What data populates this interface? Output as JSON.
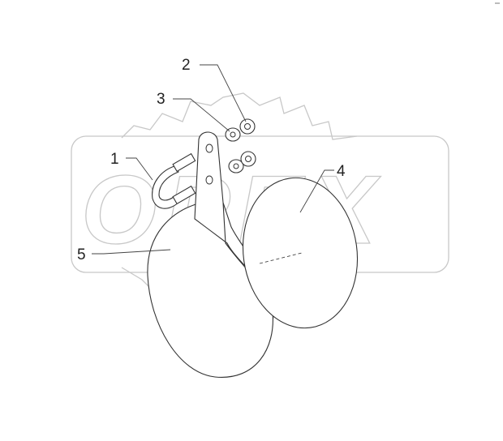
{
  "diagram": {
    "watermark": "OPEX",
    "callouts": [
      {
        "number": "1",
        "part": "u-bolt"
      },
      {
        "number": "2",
        "part": "nut"
      },
      {
        "number": "3",
        "part": "washer"
      },
      {
        "number": "4",
        "part": "disc"
      },
      {
        "number": "5",
        "part": "bracket-with-disc"
      }
    ]
  }
}
